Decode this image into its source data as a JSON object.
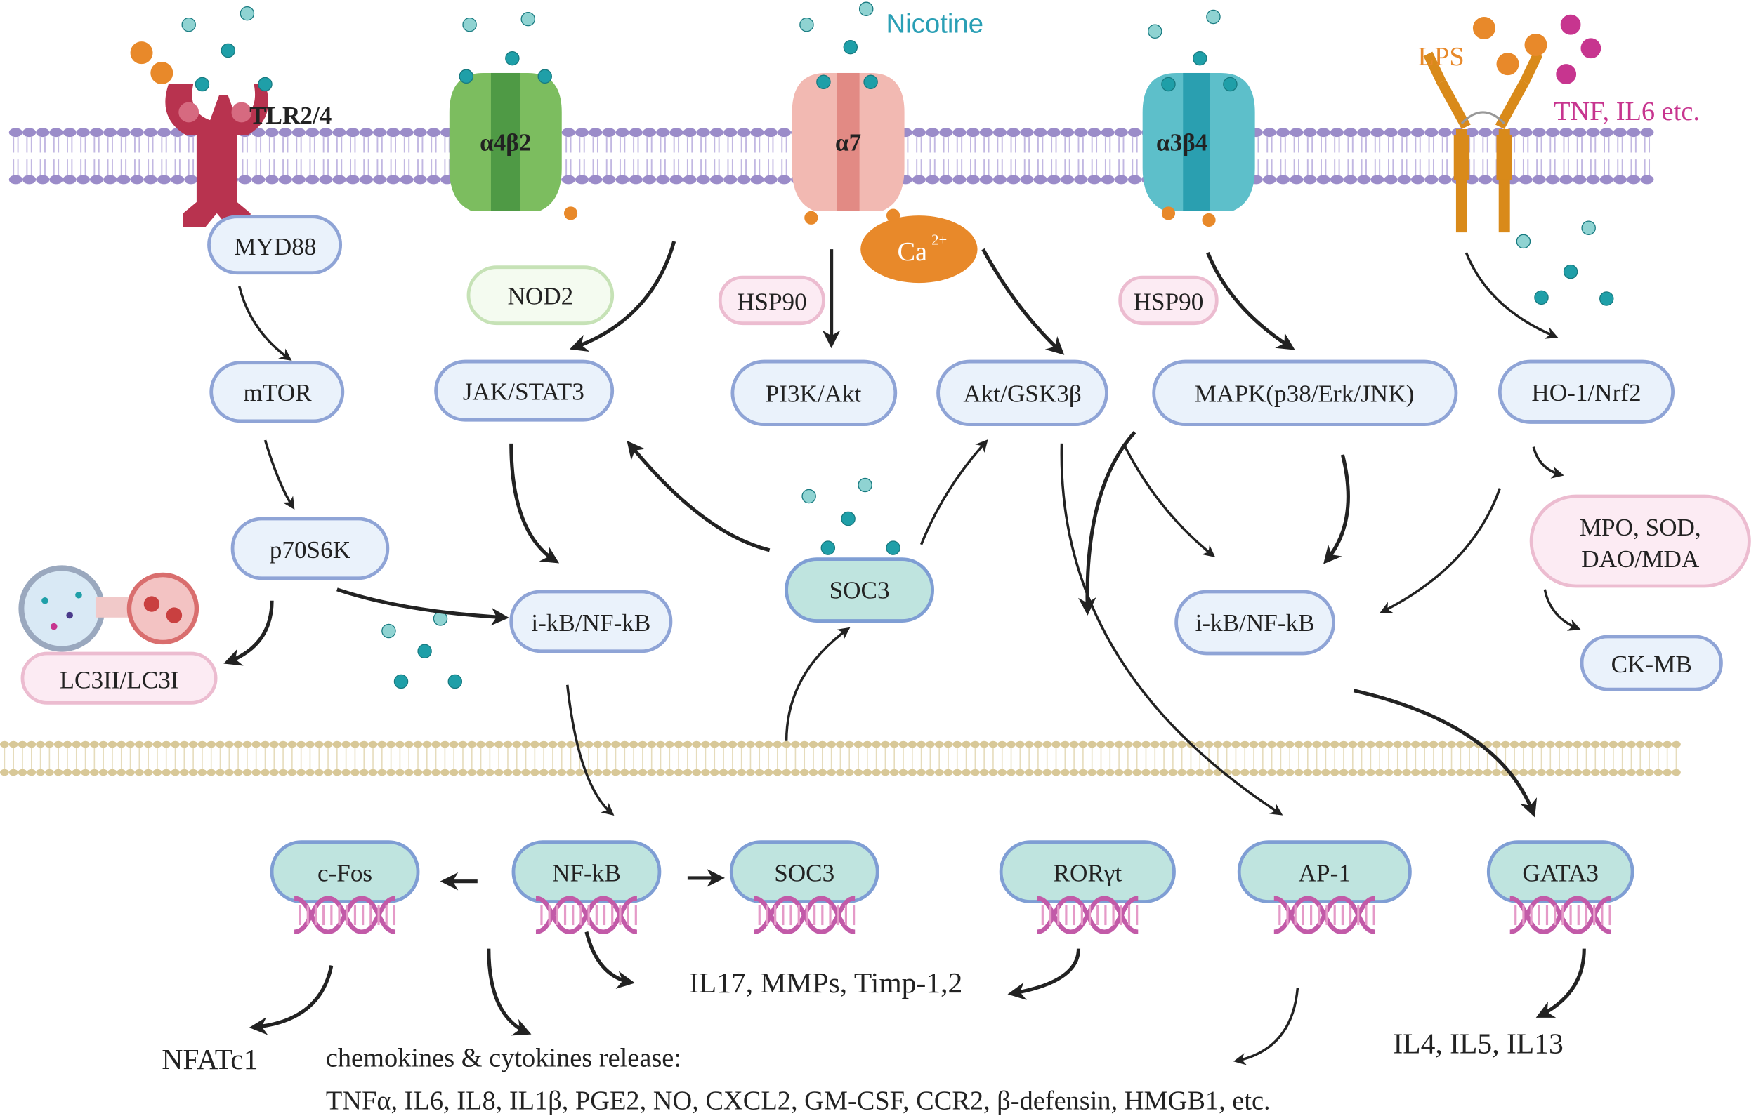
{
  "labels": {
    "nicotine": "Nicotine",
    "lps": "LPS",
    "tnf": "TNF, IL6 etc.",
    "tlr": "TLR2/4",
    "a4b2": "α4β2",
    "a7": "α7",
    "a3b4": "α3β4",
    "ca": "Ca",
    "ca_sup": "2+"
  },
  "boxes": {
    "myd88": "MYD88",
    "mtor": "mTOR",
    "p70s6k": "p70S6K",
    "lc3": "LC3II/LC3I",
    "nod2": "NOD2",
    "jak": "JAK/STAT3",
    "hsp90a": "HSP90",
    "pi3k": "PI3K/Akt",
    "akt": "Akt/GSK3β",
    "hsp90b": "HSP90",
    "mapk": "MAPK(p38/Erk/JNK)",
    "ho1": "HO-1/Nrf2",
    "mpo1": "MPO, SOD,",
    "mpo2": "DAO/MDA",
    "ckmb": "CK-MB",
    "ikb1": "i-kB/NF-kB",
    "ikb2": "i-kB/NF-kB",
    "soc3": "SOC3"
  },
  "nuclear": {
    "cfos": "c-Fos",
    "nfkb": "NF-kB",
    "soc3": "SOC3",
    "rorgt": "RORγt",
    "ap1": "AP-1",
    "gata3": "GATA3"
  },
  "outputs": {
    "il17": "IL17, MMPs, Timp-1,2",
    "nfatc1": "NFATc1",
    "chemokines": "chemokines & cytokines release:",
    "cytokine_list": "TNFα, IL6, IL8, IL1β, PGE2, NO, CXCL2, GM-CSF, CCR2, β-defensin, HMGB1, etc.",
    "il4": "IL4, IL5, IL13"
  },
  "colors": {
    "nicotine": "#2a9fb5",
    "lps": "#e8892a",
    "tnf": "#c7358f",
    "tlr": "#b8334f",
    "a4b2": "#7cbd5f",
    "a7": "#f2b9b2",
    "a3b4": "#5dbfca",
    "membrane": "#9b8cc9",
    "nuclear_membrane": "#d8c898"
  }
}
